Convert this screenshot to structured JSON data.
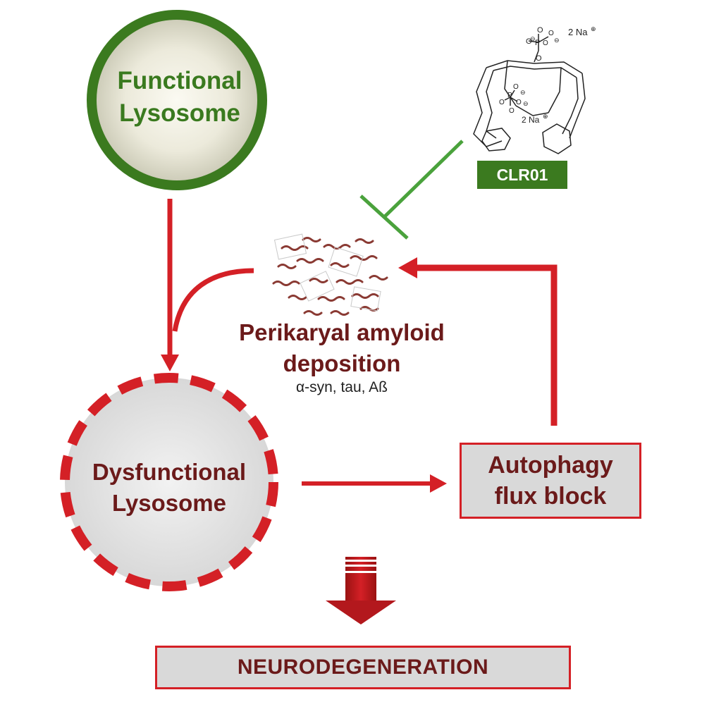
{
  "nodes": {
    "functional_lysosome": "Functional\nLysosome",
    "dysfunctional_lysosome": "Dysfunctional\nLysosome",
    "amyloid_title": "Perikaryal amyloid\ndeposition",
    "amyloid_sub": "α-syn, tau, Aß",
    "autophagy": "Autophagy\nflux block",
    "neurodegeneration": "NEURODEGENERATION",
    "drug": "CLR01"
  },
  "molecule": {
    "top_salt": "2 Na",
    "bottom_salt": "2 Na"
  },
  "colors": {
    "green": "#3b7a1f",
    "red": "#d42026",
    "dark_red": "#6b1a1a",
    "box_gray": "#d9d9d9"
  }
}
